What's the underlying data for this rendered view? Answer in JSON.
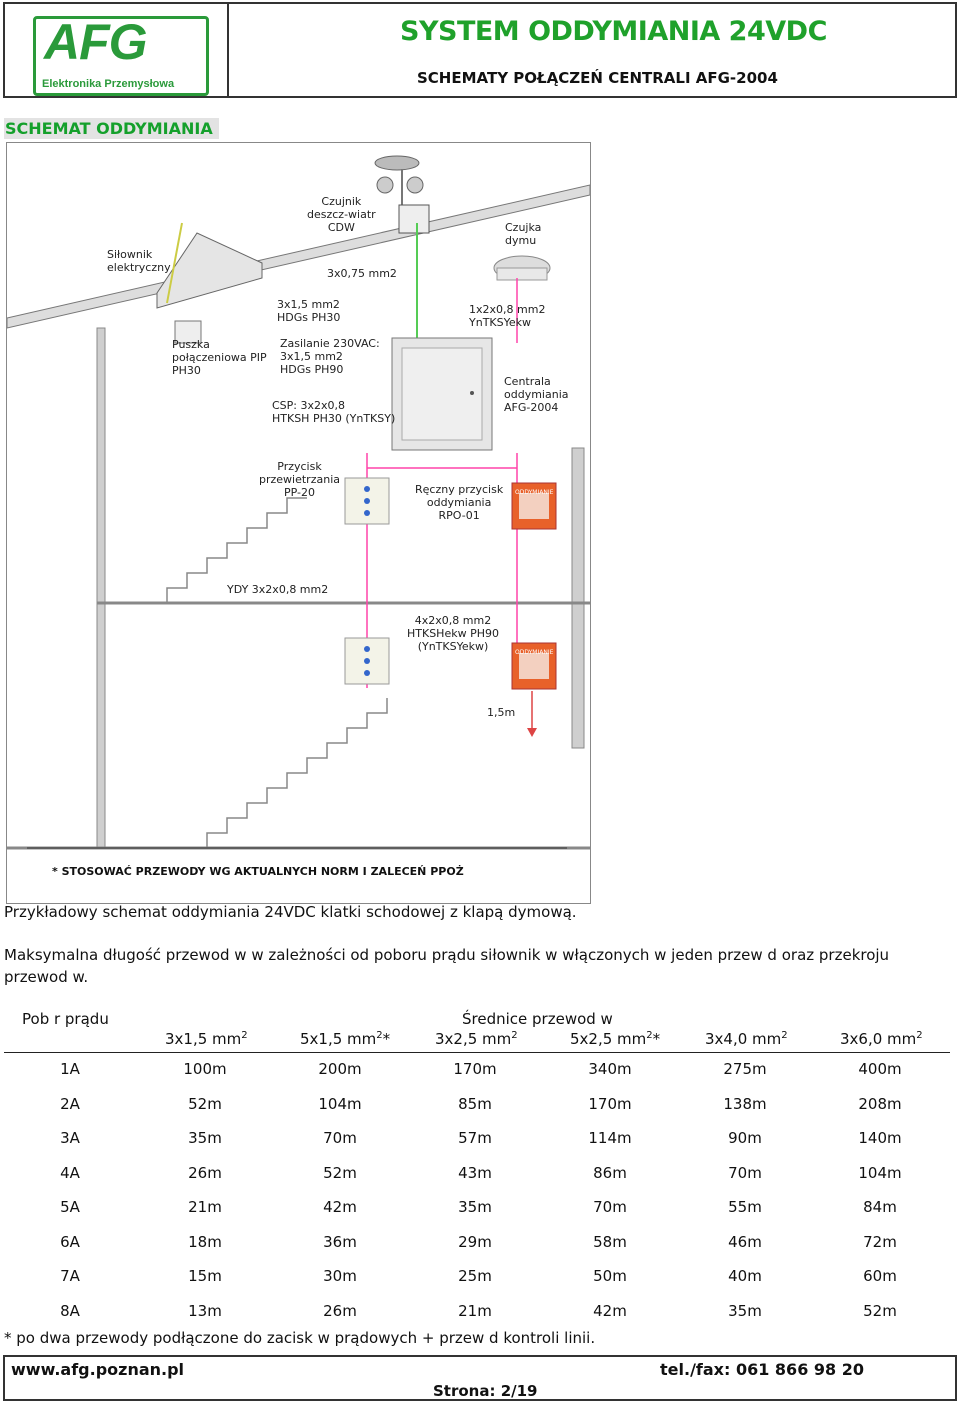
{
  "header": {
    "logo_text": "AFG",
    "logo_subtext": "Elektronika Przemysłowa",
    "title": "SYSTEM ODDYMIANIA 24VDC",
    "subtitle": "SCHEMATY POŁĄCZEŃ CENTRALI AFG-2004"
  },
  "section_title": "SCHEMAT ODDYMIANIA",
  "figure": {
    "labels": {
      "silownik": "Siłownik\nelektryczny",
      "czujnik_wiatr": "Czujnik\ndeszcz-wiatr\nCDW",
      "czujka": "Czujka\ndymu",
      "c3x075": "3x0,75 mm2",
      "c3x15": "3x1,5 mm2\nHDGs PH30",
      "c1x2x08": "1x2x0,8 mm2\nYnTKSYekw",
      "puszka": "Puszka\npołączeniowa PIP\nPH30",
      "zasilanie": "Zasilanie 230VAC:\n3x1,5 mm2\nHDGs PH90",
      "centrala": "Centrala\noddymiania\nAFG-2004",
      "csp": "CSP: 3x2x0,8\nHTKSH PH30 (YnTKSY)",
      "przycisk_przew": "Przycisk\nprzewietrzania\nPP-20",
      "reczny": "Ręczny przycisk\noddymiania\nRPO-01",
      "ydy": "YDY 3x2x0,8 mm2",
      "c4x2x08": "4x2x0,8 mm2\nHTKSHekw PH90\n(YnTKSYekw)",
      "wysokosc": "1,5m",
      "rpo_tag": "ODDYMIANIE"
    },
    "note": "* STOSOWAĆ PRZEWODY WG AKTUALNYCH  NORM I ZALECEŃ PPOŻ"
  },
  "caption": "Przykładowy schemat oddymiania 24VDC klatki schodowej z klapą dymową.",
  "intro": "Maksymalna długość przewod  w w zależności od poboru prądu siłownik  w włączonych w jeden przew  d oraz przekroju przewod  w.",
  "table": {
    "row_header": "Pob  r prądu",
    "group_header": "Średnice przewod  w",
    "columns": [
      {
        "base": "3x1,5 mm",
        "sup": "2",
        "suffix": ""
      },
      {
        "base": "5x1,5 mm",
        "sup": "2",
        "suffix": "*"
      },
      {
        "base": "3x2,5 mm",
        "sup": "2",
        "suffix": ""
      },
      {
        "base": "5x2,5 mm",
        "sup": "2",
        "suffix": "*"
      },
      {
        "base": "3x4,0 mm",
        "sup": "2",
        "suffix": ""
      },
      {
        "base": "3x6,0 mm",
        "sup": "2",
        "suffix": ""
      }
    ],
    "rows": [
      {
        "current": "1A",
        "values": [
          "100m",
          "200m",
          "170m",
          "340m",
          "275m",
          "400m"
        ]
      },
      {
        "current": "2A",
        "values": [
          "52m",
          "104m",
          "85m",
          "170m",
          "138m",
          "208m"
        ]
      },
      {
        "current": "3A",
        "values": [
          "35m",
          "70m",
          "57m",
          "114m",
          "90m",
          "140m"
        ]
      },
      {
        "current": "4A",
        "values": [
          "26m",
          "52m",
          "43m",
          "86m",
          "70m",
          "104m"
        ]
      },
      {
        "current": "5A",
        "values": [
          "21m",
          "42m",
          "35m",
          "70m",
          "55m",
          "84m"
        ]
      },
      {
        "current": "6A",
        "values": [
          "18m",
          "36m",
          "29m",
          "58m",
          "46m",
          "72m"
        ]
      },
      {
        "current": "7A",
        "values": [
          "15m",
          "30m",
          "25m",
          "50m",
          "40m",
          "60m"
        ]
      },
      {
        "current": "8A",
        "values": [
          "13m",
          "26m",
          "21m",
          "42m",
          "35m",
          "52m"
        ]
      }
    ],
    "footnote": "* po dwa przewody podłączone do zacisk  w prądowych + przew  d kontroli linii."
  },
  "footer": {
    "url": "www.afg.poznan.pl",
    "tel": "tel./fax: 061 866 98 20",
    "page": "Strona: 2/19"
  },
  "colors": {
    "green": "#1fa12b",
    "logo_green": "#2a9a3a"
  }
}
